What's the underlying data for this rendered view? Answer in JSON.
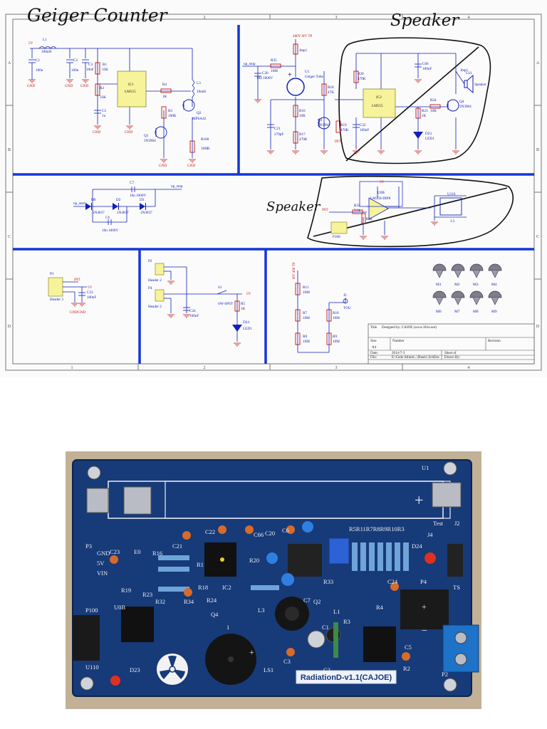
{
  "annotations": {
    "geiger_title": "Geiger Counter",
    "speaker_top": "Speaker",
    "speaker_mid": "Speaker"
  },
  "border": {
    "cols": [
      "1",
      "2",
      "3",
      "4"
    ],
    "rows": [
      "A",
      "B",
      "C",
      "D"
    ]
  },
  "geiger_section": {
    "net_5v": "5V",
    "l1": "L1",
    "l1_val": "100uH",
    "c1": "C1",
    "c1_val": "100u",
    "c2": "C2",
    "c2_val": "100n",
    "c3": "C3",
    "c3_val": "10nF",
    "r1": "R1",
    "r1_val": "33K",
    "r2": "R2",
    "r2_val": "33K",
    "c5": "C5",
    "c5_val": "1n",
    "ic1": "IC1",
    "ic1_part": "LM555",
    "r4": "R4",
    "r4_val": "1K",
    "r3": "R3",
    "r3_val": "100K",
    "l3": "L3",
    "l3_val": "10mH",
    "q2": "Q2",
    "q2_part": "MPSA42",
    "q1": "Q1",
    "q1_part": "2N3904",
    "r100": "R100",
    "r100_val": "10HR",
    "gnd": "GND"
  },
  "tube_section": {
    "hv_label": "400V HV TP",
    "up_stop": "up_stop",
    "r35": "R35",
    "r35_val": "10M",
    "c20": "C20",
    "c20_val": "10n 1000V",
    "u1": "U1",
    "u1_part": "Geiger Tube",
    "r16": "R16",
    "r16_val": "10K",
    "r18": "R18",
    "r18_val": "47K",
    "q3": "Q3",
    "q3_part": "2N3904",
    "c21": "C21",
    "c21_val": "270pF",
    "r17": "R17",
    "r17_val": "470K",
    "r19": "R19",
    "r19_val": "470K",
    "int": "INT",
    "c22": "C22",
    "c22_val": "100nF",
    "r20": "R20",
    "r20_val": "470K",
    "ic2": "IC2",
    "ic2_part": "LM555",
    "c66": "C66",
    "c66_val": "100uF",
    "r24": "R24",
    "r24_val": "10K",
    "q4": "Q4",
    "q4_part": "2N3904",
    "r23": "R23",
    "r23_val": "1K",
    "d23": "D23",
    "d23_val": "LED1",
    "ls1": "LS1",
    "ls1_val": "Speaker",
    "jmp": "Jmp1"
  },
  "diode_section": {
    "up_start": "up_start",
    "up_stop": "up_stop",
    "d0": "D0",
    "d2": "D2",
    "d3": "D3",
    "dpart": "1N4037",
    "c7": "C7",
    "c7_val": "10n 1000V",
    "c6": "C6",
    "c6_val": "10n 1000V"
  },
  "amp_section": {
    "int": "INT",
    "r32": "R32",
    "r32_val": "5.1k",
    "r34": "R34",
    "p100": "P100",
    "u0b": "U0B",
    "u0b_part": "LM358-DIP8",
    "u110": "U110",
    "u110_val": "3.5",
    "net_5v": "5V"
  },
  "header_section": {
    "p3": "P3",
    "p3_name": "Header 3",
    "int": "INT",
    "net_5v": "5V",
    "c23": "C23",
    "c23_val": "100nF",
    "gndgnd": "GNDGND"
  },
  "power_section": {
    "p2": "P2",
    "p2_name": "Header 2",
    "p4": "P4",
    "p4_name": "Header 2",
    "c24": "C24",
    "c24_val": "100uF",
    "s1": "S1",
    "s1_val": "SW-SPST",
    "r5": "R5",
    "r5_val": "1K",
    "d24": "D24",
    "d24_val": "LED1",
    "net_5v": "5V"
  },
  "hv_divider": {
    "label": "HV 400 TP",
    "r11": "R11",
    "r11_val": "10M",
    "r7": "R7",
    "r7_val": "10M",
    "r8": "R8",
    "r8_val": "10M",
    "r10": "R10",
    "r10_val": "10M",
    "r9": "R9",
    "r9_val": "10M",
    "j2": "J2",
    "j2_val": "TOU"
  },
  "mounts": [
    "M1",
    "M2",
    "M3",
    "M4",
    "M6",
    "M7",
    "M8",
    "M9"
  ],
  "title_block": {
    "title_label": "Title",
    "title_val": "Designed by: CAJOE (www.361e.net)",
    "size_label": "Size",
    "size_val": "A4",
    "number_label": "Number",
    "revision_label": "Revision",
    "date_label": "Date:",
    "date_val": "2014-7-3",
    "sheet_label": "Sheet   of",
    "file_label": "File:",
    "file_val": "E:\\Cede Altium\\..\\Sheet1.SchDoc",
    "drawn_label": "Drawn By:"
  },
  "pcb": {
    "board_name": "RadiationD-v1.1(CAJOE)",
    "silk": {
      "p3": "P3",
      "gnd": "GND",
      "v5": "5V",
      "vin": "VIN",
      "c23": "C23",
      "e0": "E0",
      "r16": "R16",
      "r19": "R19",
      "r23": "R23",
      "c21": "C21",
      "c22": "C22",
      "c66": "C66",
      "r1": "R1",
      "r20": "R20",
      "r18": "R18",
      "ic2": "IC2",
      "r24": "R24",
      "r32": "R32",
      "r34": "R34",
      "q4": "Q4",
      "p100": "P100",
      "u0b": "U0B",
      "u110": "U110",
      "d23": "D23",
      "ls1": "LS1",
      "l3": "L3",
      "c20": "C20",
      "c6": "C6",
      "c7": "C7",
      "q2": "Q2",
      "l1": "L1",
      "r33": "R33",
      "c24": "C24",
      "r4": "R4",
      "r3": "R3",
      "c1": "C1",
      "c2": "C2",
      "c3": "C3",
      "c5": "C5",
      "r2": "R2",
      "p2": "P2",
      "p4": "P4",
      "j4": "J4",
      "j2": "J2",
      "test": "Test",
      "ts": "TS",
      "d24": "D24",
      "u1": "U1",
      "resistor_row": "R5R11R7R8R9R10R3",
      "plus": "+",
      "minus": "−",
      "one": "1"
    }
  },
  "colors": {
    "schematic_line": "#1020b8",
    "border_blue": "#1535d6",
    "ic_fill": "#f6f39a",
    "resistor": "#c01010",
    "ink": "#111111",
    "board_blue": "#173a78",
    "desk": "#c2b196"
  }
}
